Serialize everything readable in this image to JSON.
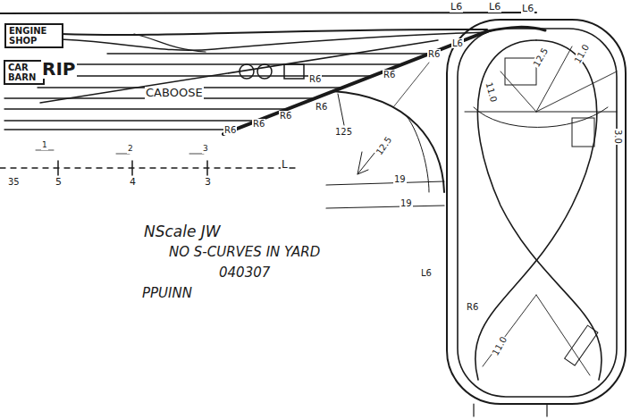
{
  "diagram": {
    "nodes": [
      {
        "text": [
          "ENGINE SHOP"
        ]
      },
      {
        "text": [
          "CAR BARN"
        ]
      }
    ],
    "labels": [
      "RIP",
      "CABOOSE",
      "L6",
      "L6",
      "L6",
      "L6",
      "R6",
      "R6",
      "R6",
      "R6",
      "R6",
      "R6",
      "R6",
      "125",
      "12.5",
      "12.5",
      "11.0",
      "11.0",
      "3.0",
      "19",
      "19",
      "L6",
      "R6",
      "11.0",
      "1",
      "2",
      "3",
      "35",
      "5",
      "4",
      "3",
      "L",
      "NScale JW",
      "NO S-CURVES IN YARD",
      "040307",
      "PPUINN"
    ]
  }
}
